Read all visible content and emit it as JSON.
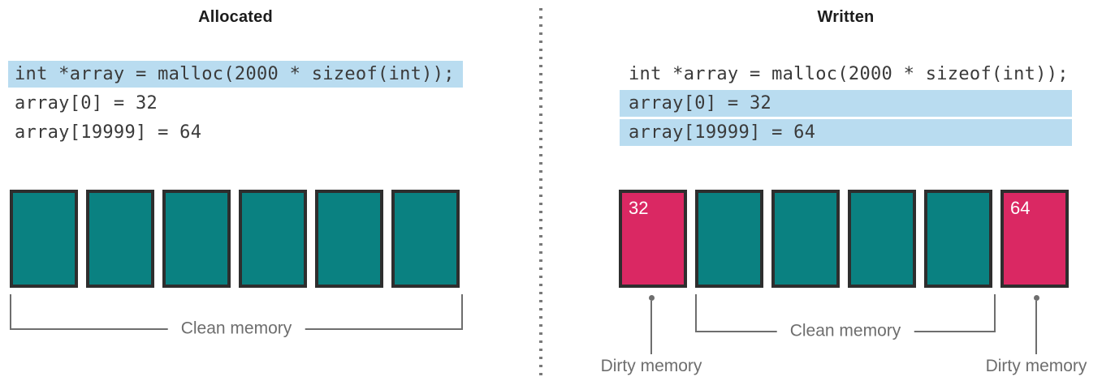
{
  "diagram": {
    "left": {
      "title": "Allocated",
      "code": [
        {
          "text": "int *array = malloc(2000 * sizeof(int));",
          "highlighted": true
        },
        {
          "text": "array[0] = 32",
          "highlighted": false
        },
        {
          "text": "array[19999] = 64",
          "highlighted": false
        }
      ],
      "clean_label": "Clean memory",
      "box_count": 6
    },
    "right": {
      "title": "Written",
      "code": [
        {
          "text": "int *array = malloc(2000 * sizeof(int));",
          "highlighted": false
        },
        {
          "text": "array[0] = 32",
          "highlighted": true
        },
        {
          "text": "array[19999] = 64",
          "highlighted": true
        }
      ],
      "box_values": {
        "first": "32",
        "last": "64"
      },
      "clean_label": "Clean memory",
      "dirty_label_left": "Dirty memory",
      "dirty_label_right": "Dirty memory",
      "box_count": 6
    },
    "colors": {
      "clean_box": "#0A8181",
      "dirty_box": "#DA2863",
      "code_highlight": "#B9DCF0",
      "box_border": "#2E2E2E",
      "annotation_gray": "#6E6E6E"
    }
  }
}
